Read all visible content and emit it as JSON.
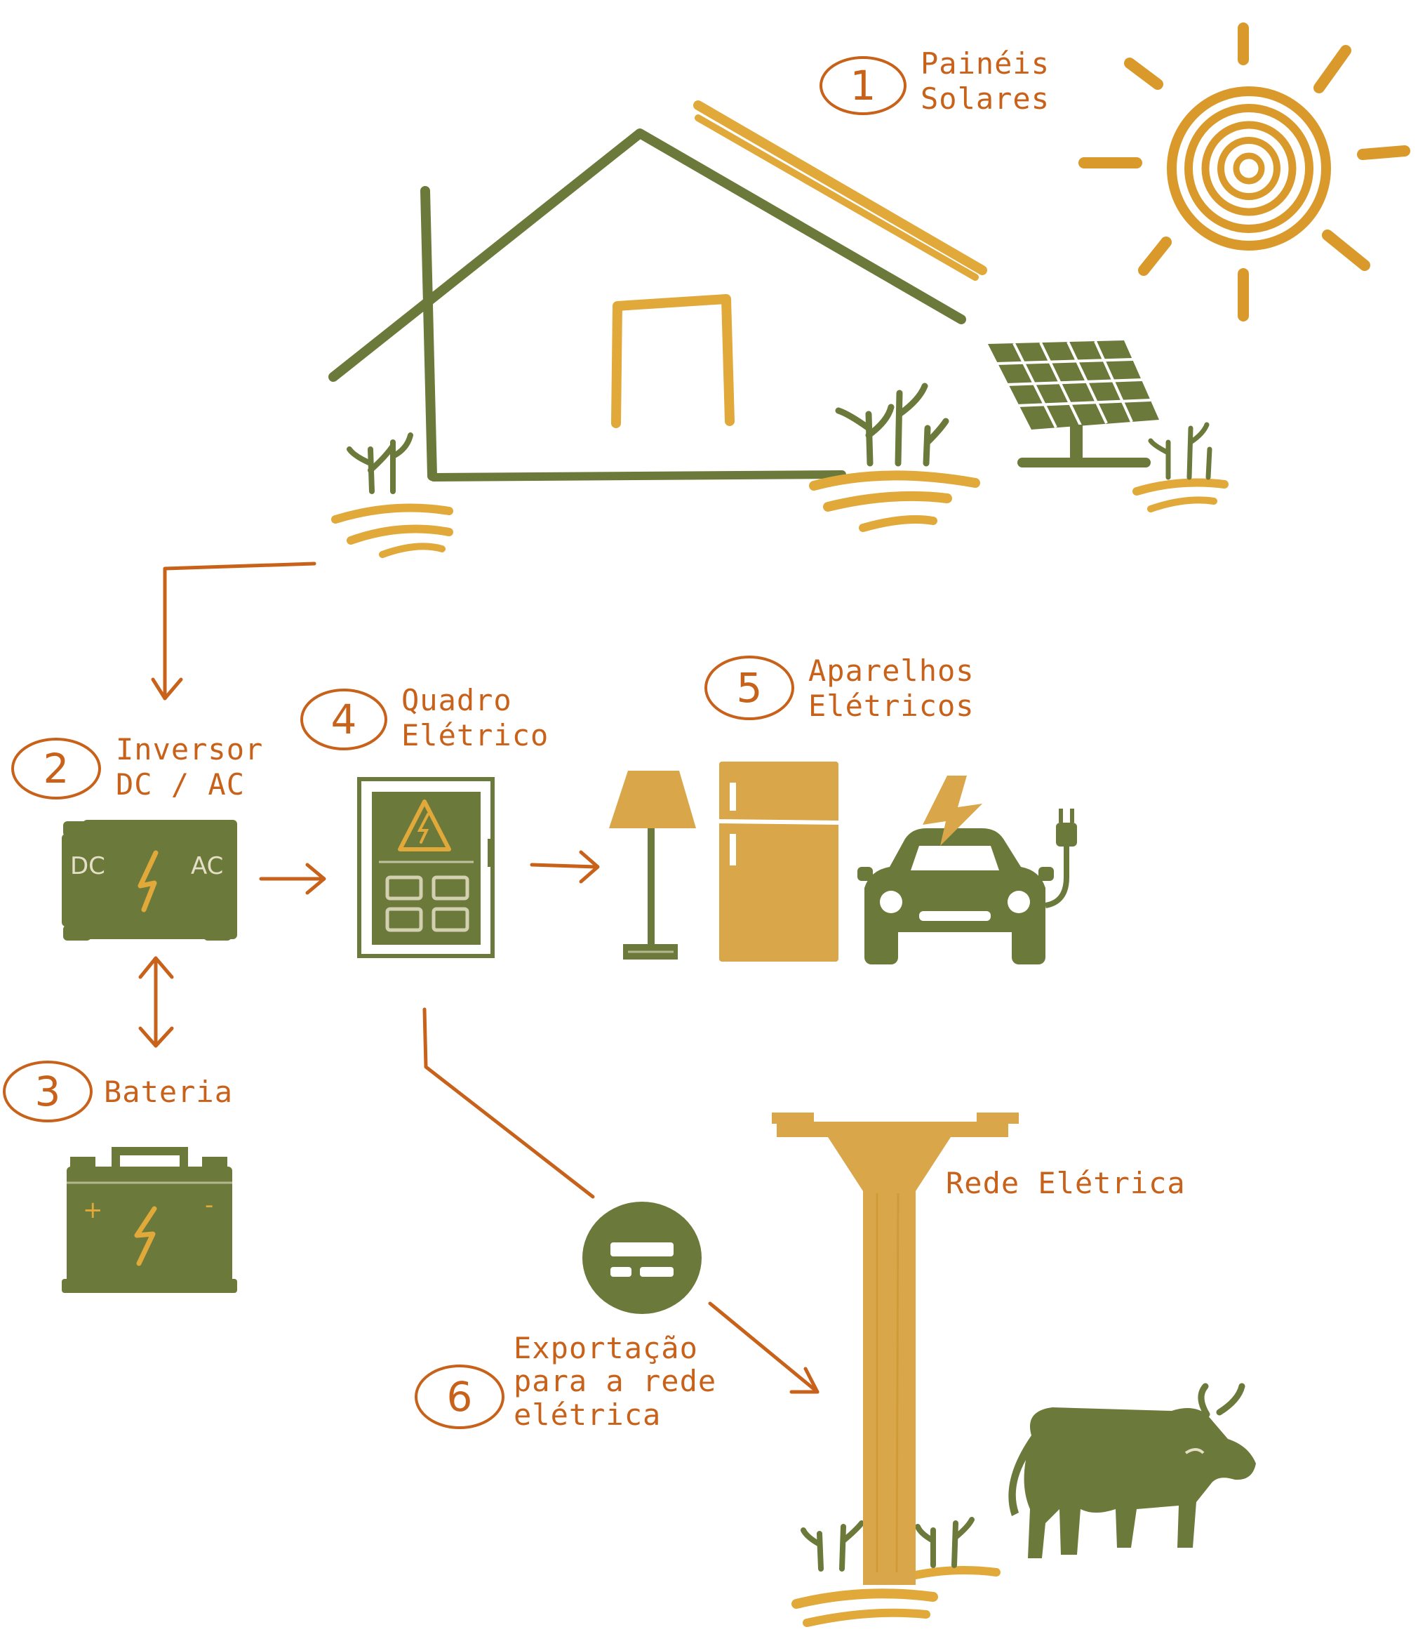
{
  "colors": {
    "green": "#6b7a3a",
    "yellow": "#e0a93a",
    "orange": "#c8621a",
    "cream": "#e6dfc8"
  },
  "steps": [
    {
      "number": "1",
      "line1": "Painéis",
      "line2": "Solares"
    },
    {
      "number": "2",
      "line1": "Inversor",
      "line2": "DC / AC"
    },
    {
      "number": "3",
      "line1": "Bateria",
      "line2": ""
    },
    {
      "number": "4",
      "line1": "Quadro",
      "line2": "Elétrico"
    },
    {
      "number": "5",
      "line1": "Aparelhos",
      "line2": "Elétricos"
    },
    {
      "number": "6",
      "line1": "Exportação",
      "line2": "para a rede",
      "line3": "elétrica"
    }
  ],
  "grid_label": "Rede Elétrica",
  "inverter": {
    "dc": "DC",
    "ac": "AC"
  },
  "battery": {
    "plus": "+",
    "minus": "-"
  },
  "icons": [
    "sun-icon",
    "house-icon",
    "solar-panel-icon",
    "inverter-icon",
    "battery-icon",
    "electrical-panel-icon",
    "lamp-icon",
    "fridge-icon",
    "electric-car-icon",
    "meter-icon",
    "utility-pole-icon",
    "cow-icon",
    "plant-icon"
  ]
}
